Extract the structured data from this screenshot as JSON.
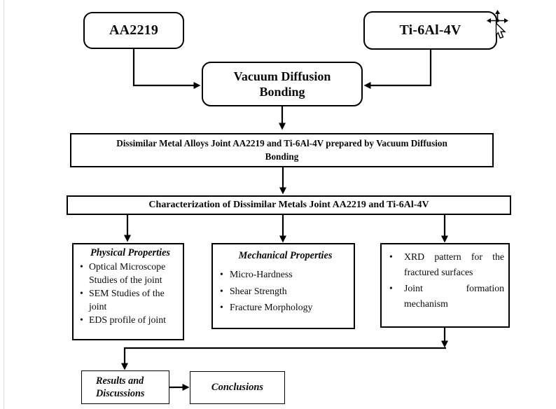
{
  "colors": {
    "line": "#000000",
    "background": "#ffffff",
    "page_edge": "#d9d9d9"
  },
  "nodes": {
    "aa2219": {
      "label": "AA2219"
    },
    "ti6al4v": {
      "label": "Ti-6Al-4V"
    },
    "vacuum_diffusion_bonding": {
      "line1": "Vacuum Diffusion",
      "line2": "Bonding"
    },
    "joint": {
      "line1": "Dissimilar Metal Alloys Joint AA2219 and  Ti-6Al-4V  prepared by Vacuum Diffusion",
      "line2": "Bonding"
    },
    "characterization": {
      "label": "Characterization of Dissimilar Metals Joint AA2219 and  Ti-6Al-4V"
    },
    "physical": {
      "title": "Physical Properties",
      "bullet_glyph": "•",
      "items": [
        "Optical Microscope Studies of the joint",
        "SEM Studies of the joint",
        "EDS profile of joint"
      ]
    },
    "mechanical": {
      "title": "Mechanical Properties",
      "bullet_glyph": "•",
      "items": [
        "Micro-Hardness",
        "Shear Strength",
        "Fracture Morphology"
      ]
    },
    "xrd": {
      "bullet_glyph": "•",
      "items": [
        "XRD pattern for the fractured surfaces",
        "Joint formation mechanism"
      ]
    },
    "results": {
      "line1": "Results and",
      "line2": "Discussions"
    },
    "conclusions": {
      "label": "Conclusions"
    }
  },
  "icons": {
    "cursor": "move-pointer-cursor-icon"
  }
}
